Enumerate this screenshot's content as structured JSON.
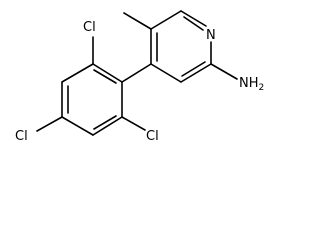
{
  "molecule": {
    "atoms": {
      "ring_nitrogen": "N",
      "amine": "NH2",
      "cl_top": "Cl",
      "cl_left": "Cl",
      "cl_bottom": "Cl"
    }
  },
  "colors": {
    "bond": "#000000",
    "text": "#000000",
    "background": "#ffffff"
  }
}
